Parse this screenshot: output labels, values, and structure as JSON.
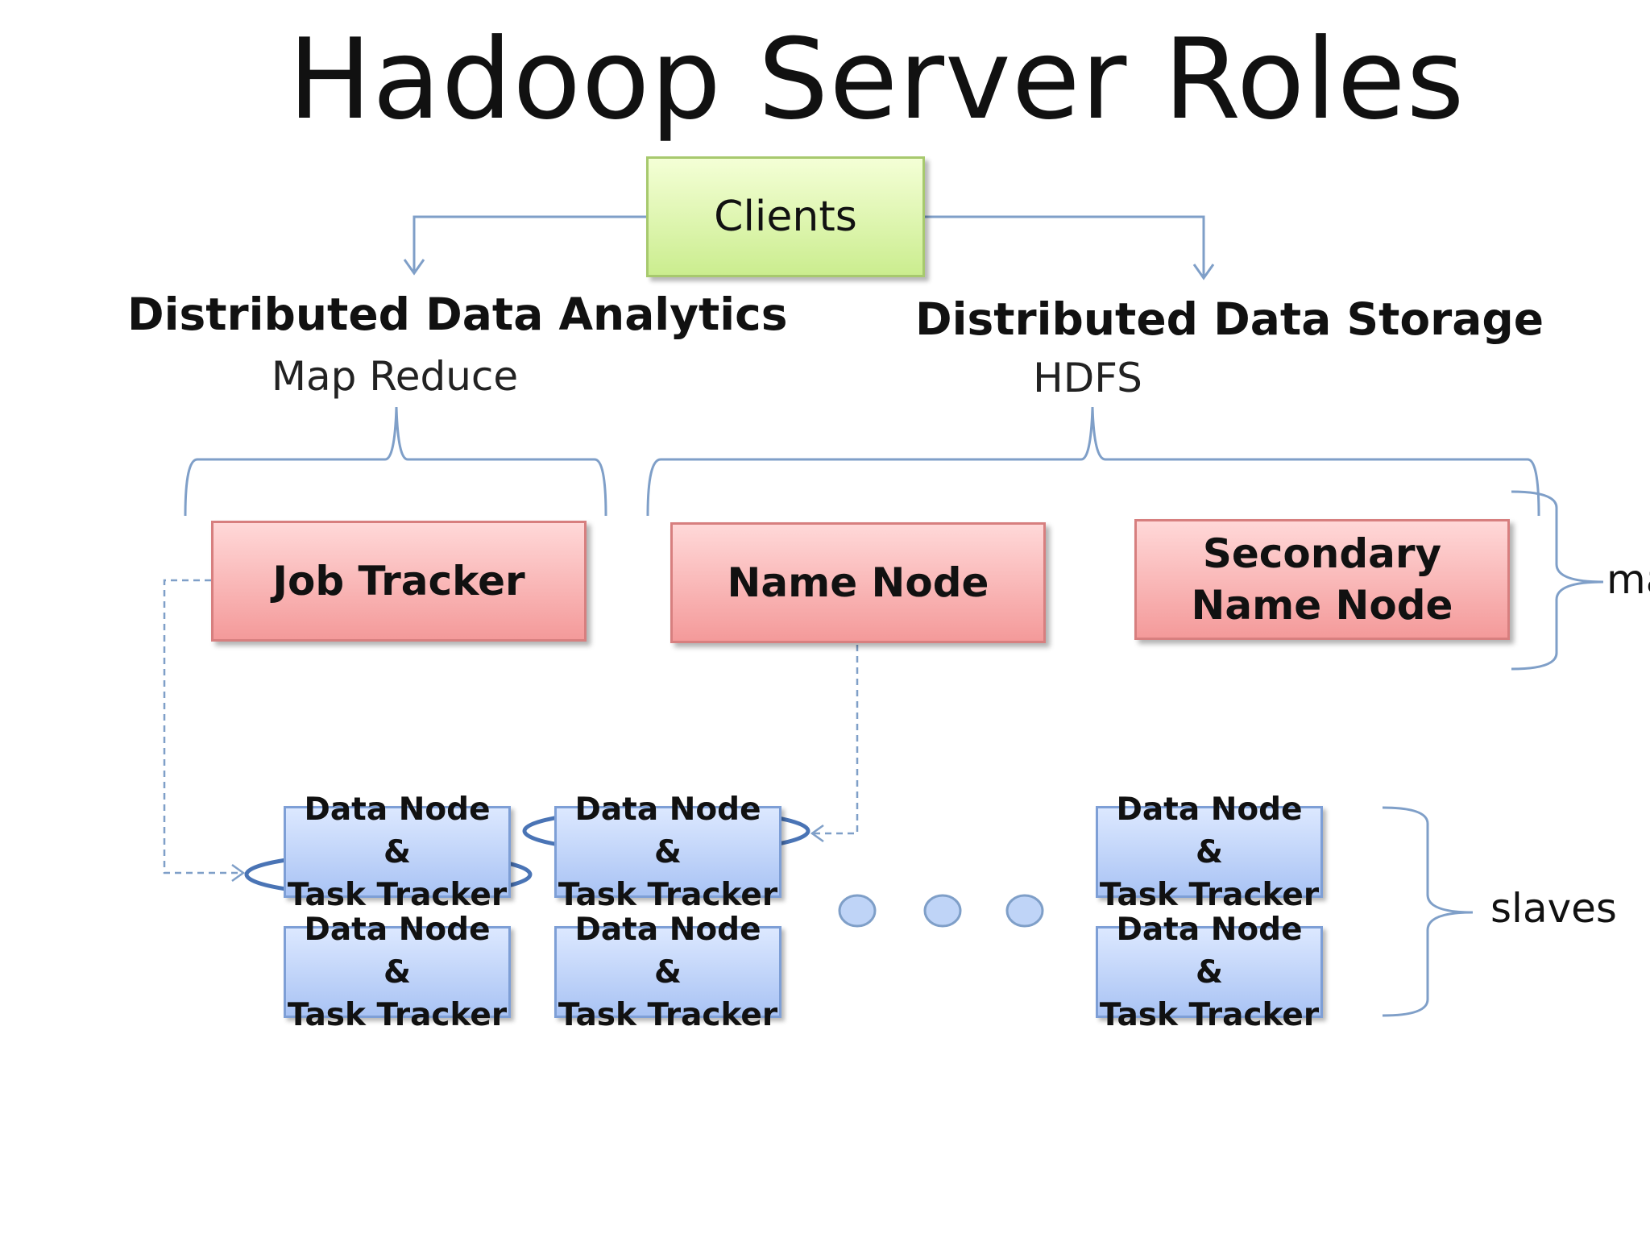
{
  "title": "Hadoop Server Roles",
  "clients": {
    "label": "Clients"
  },
  "sections": {
    "analytics": {
      "heading": "Distributed Data Analytics",
      "subheading": "Map Reduce"
    },
    "storage": {
      "heading": "Distributed Data Storage",
      "subheading": "HDFS"
    }
  },
  "masters": {
    "job_tracker": "Job Tracker",
    "name_node": "Name Node",
    "secondary_name_node_line1": "Secondary",
    "secondary_name_node_line2": "Name Node",
    "group_label": "ma"
  },
  "slaves": {
    "node_line1": "Data Node &",
    "node_line2": "Task Tracker",
    "group_label": "slaves"
  },
  "colors": {
    "connector": "#7f9fc8",
    "highlight_ellipse": "#4a74b5",
    "ellipsis_dot": "#b9d0f7"
  }
}
